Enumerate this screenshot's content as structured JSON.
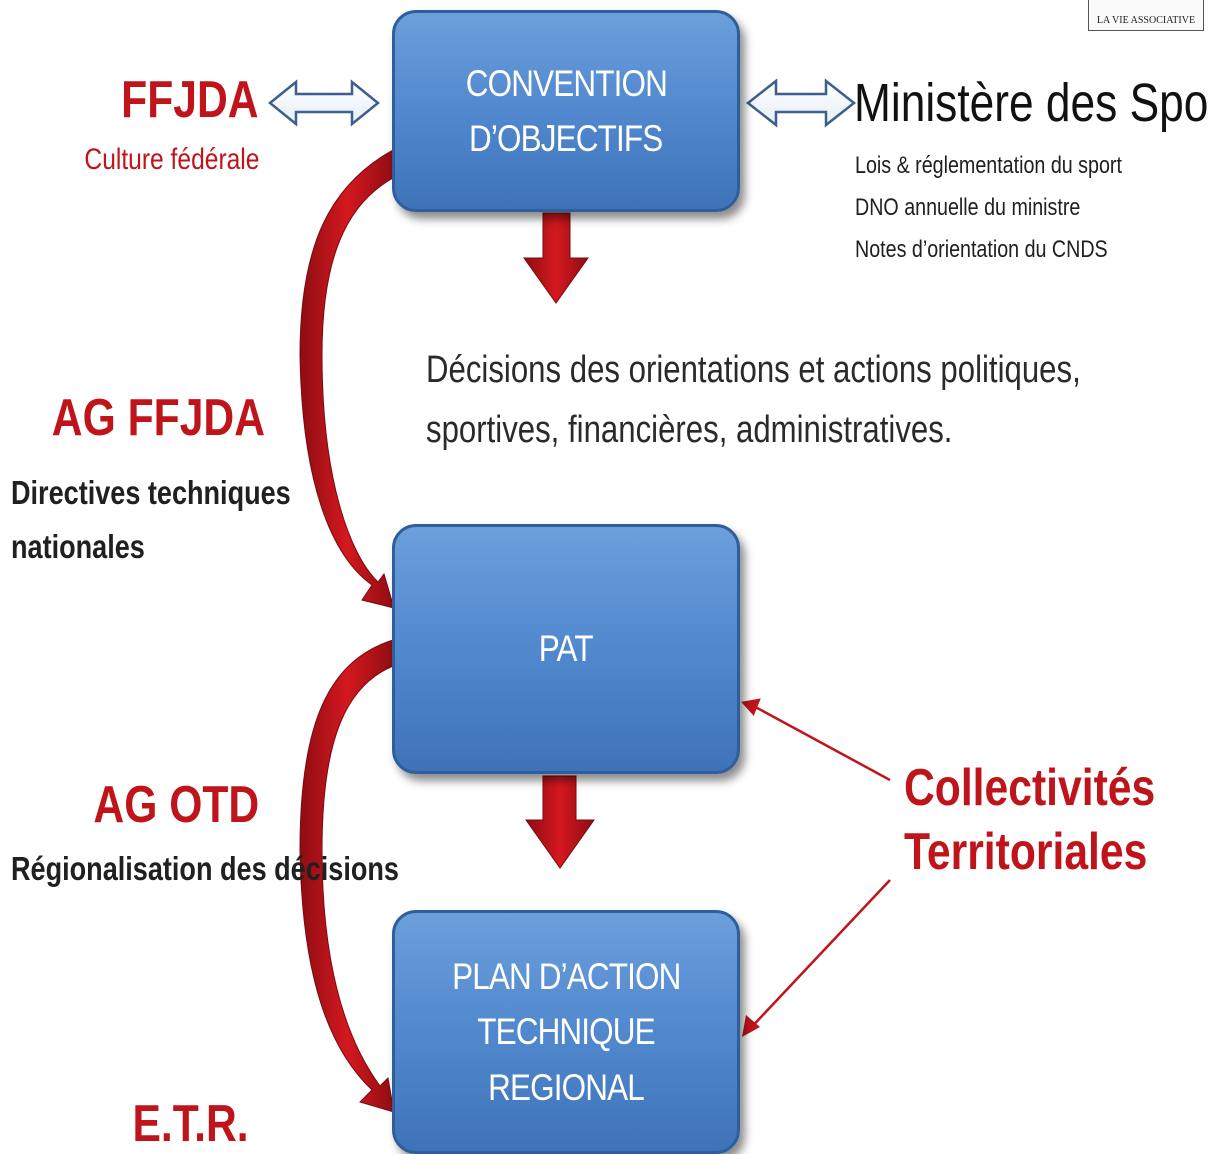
{
  "logo": {
    "text": "LA VIE ASSOCIATIVE"
  },
  "boxes": {
    "convention": {
      "line1": "CONVENTION",
      "line2": "D’OBJECTIFS"
    },
    "pat": {
      "label": "PAT"
    },
    "plan": {
      "line1": "PLAN D’ACTION",
      "line2": "TECHNIQUE REGIONAL"
    }
  },
  "left": {
    "ffjda": {
      "title": "FFJDA",
      "subtitle": "Culture fédérale"
    },
    "ag_ffjda": {
      "title": "AG FFJDA",
      "line1": "Directives techniques",
      "line2": "nationales"
    },
    "ag_otd": {
      "title": "AG OTD",
      "subtitle": "Régionalisation des décisions"
    },
    "etr": {
      "title": "E.T.R."
    }
  },
  "right": {
    "ministere": {
      "title": "Ministère des Sports",
      "items": [
        "Lois & réglementation du sport",
        "DNO annuelle du ministre",
        "Notes d’orientation du CNDS"
      ]
    },
    "collectivites": {
      "line1": "Collectivités",
      "line2": "Territoriales"
    }
  },
  "decisions": {
    "line1": "Décisions des orientations et actions politiques,",
    "line2": "sportives, financières, administratives."
  },
  "colors": {
    "accent_red": "#c0141b",
    "box_blue": "#4f86cc",
    "box_border": "#2e5f9c"
  }
}
